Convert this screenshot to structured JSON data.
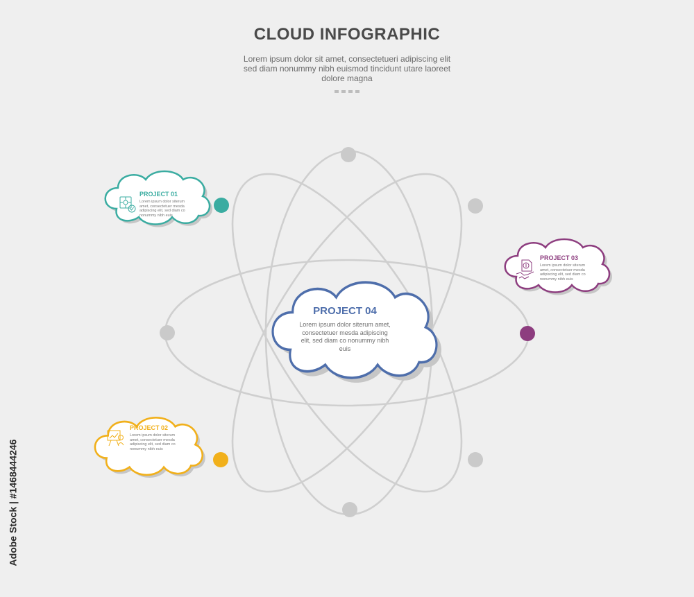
{
  "header": {
    "title": "CLOUD INFOGRAPHIC",
    "subtitle": "Lorem ipsum dolor sit amet, consectetueri adipiscing elit sed diam nonummy nibh euismod tincidunt utare laoreet dolore magna"
  },
  "colors": {
    "background": "#efefef",
    "orbit": "#cfcfcf",
    "node_gray": "#cacaca",
    "project01": "#3aaca1",
    "project02": "#f1b01b",
    "project03": "#8d3d7f",
    "project04": "#4e6eab"
  },
  "projects": [
    {
      "title": "PROJECT 01",
      "body": "Lorem ipsum dolor siterum amet, consectetuer mesda adipiscing elit, sed diam co nonummy nibh euis",
      "icon": "puzzle-gear-icon"
    },
    {
      "title": "PROJECT 02",
      "body": "Lorem ipsum dolor siterum amet, consectetuer mesda adipiscing elit, sed diam co nonummy nibh euis",
      "icon": "presentation-board-icon"
    },
    {
      "title": "PROJECT 03",
      "body": "Lorem ipsum dolor siterum amet, consectetuer mesda adipiscing elit, sed diam co nonummy nibh euis",
      "icon": "dollar-handshake-icon"
    },
    {
      "title": "PROJECT 04",
      "body": "Lorem ipsum dolor siterum amet, consectetuer mesda adipiscing elit, sed diam co nonummy nibh euis"
    }
  ],
  "watermark": "Adobe Stock | #1468444246"
}
